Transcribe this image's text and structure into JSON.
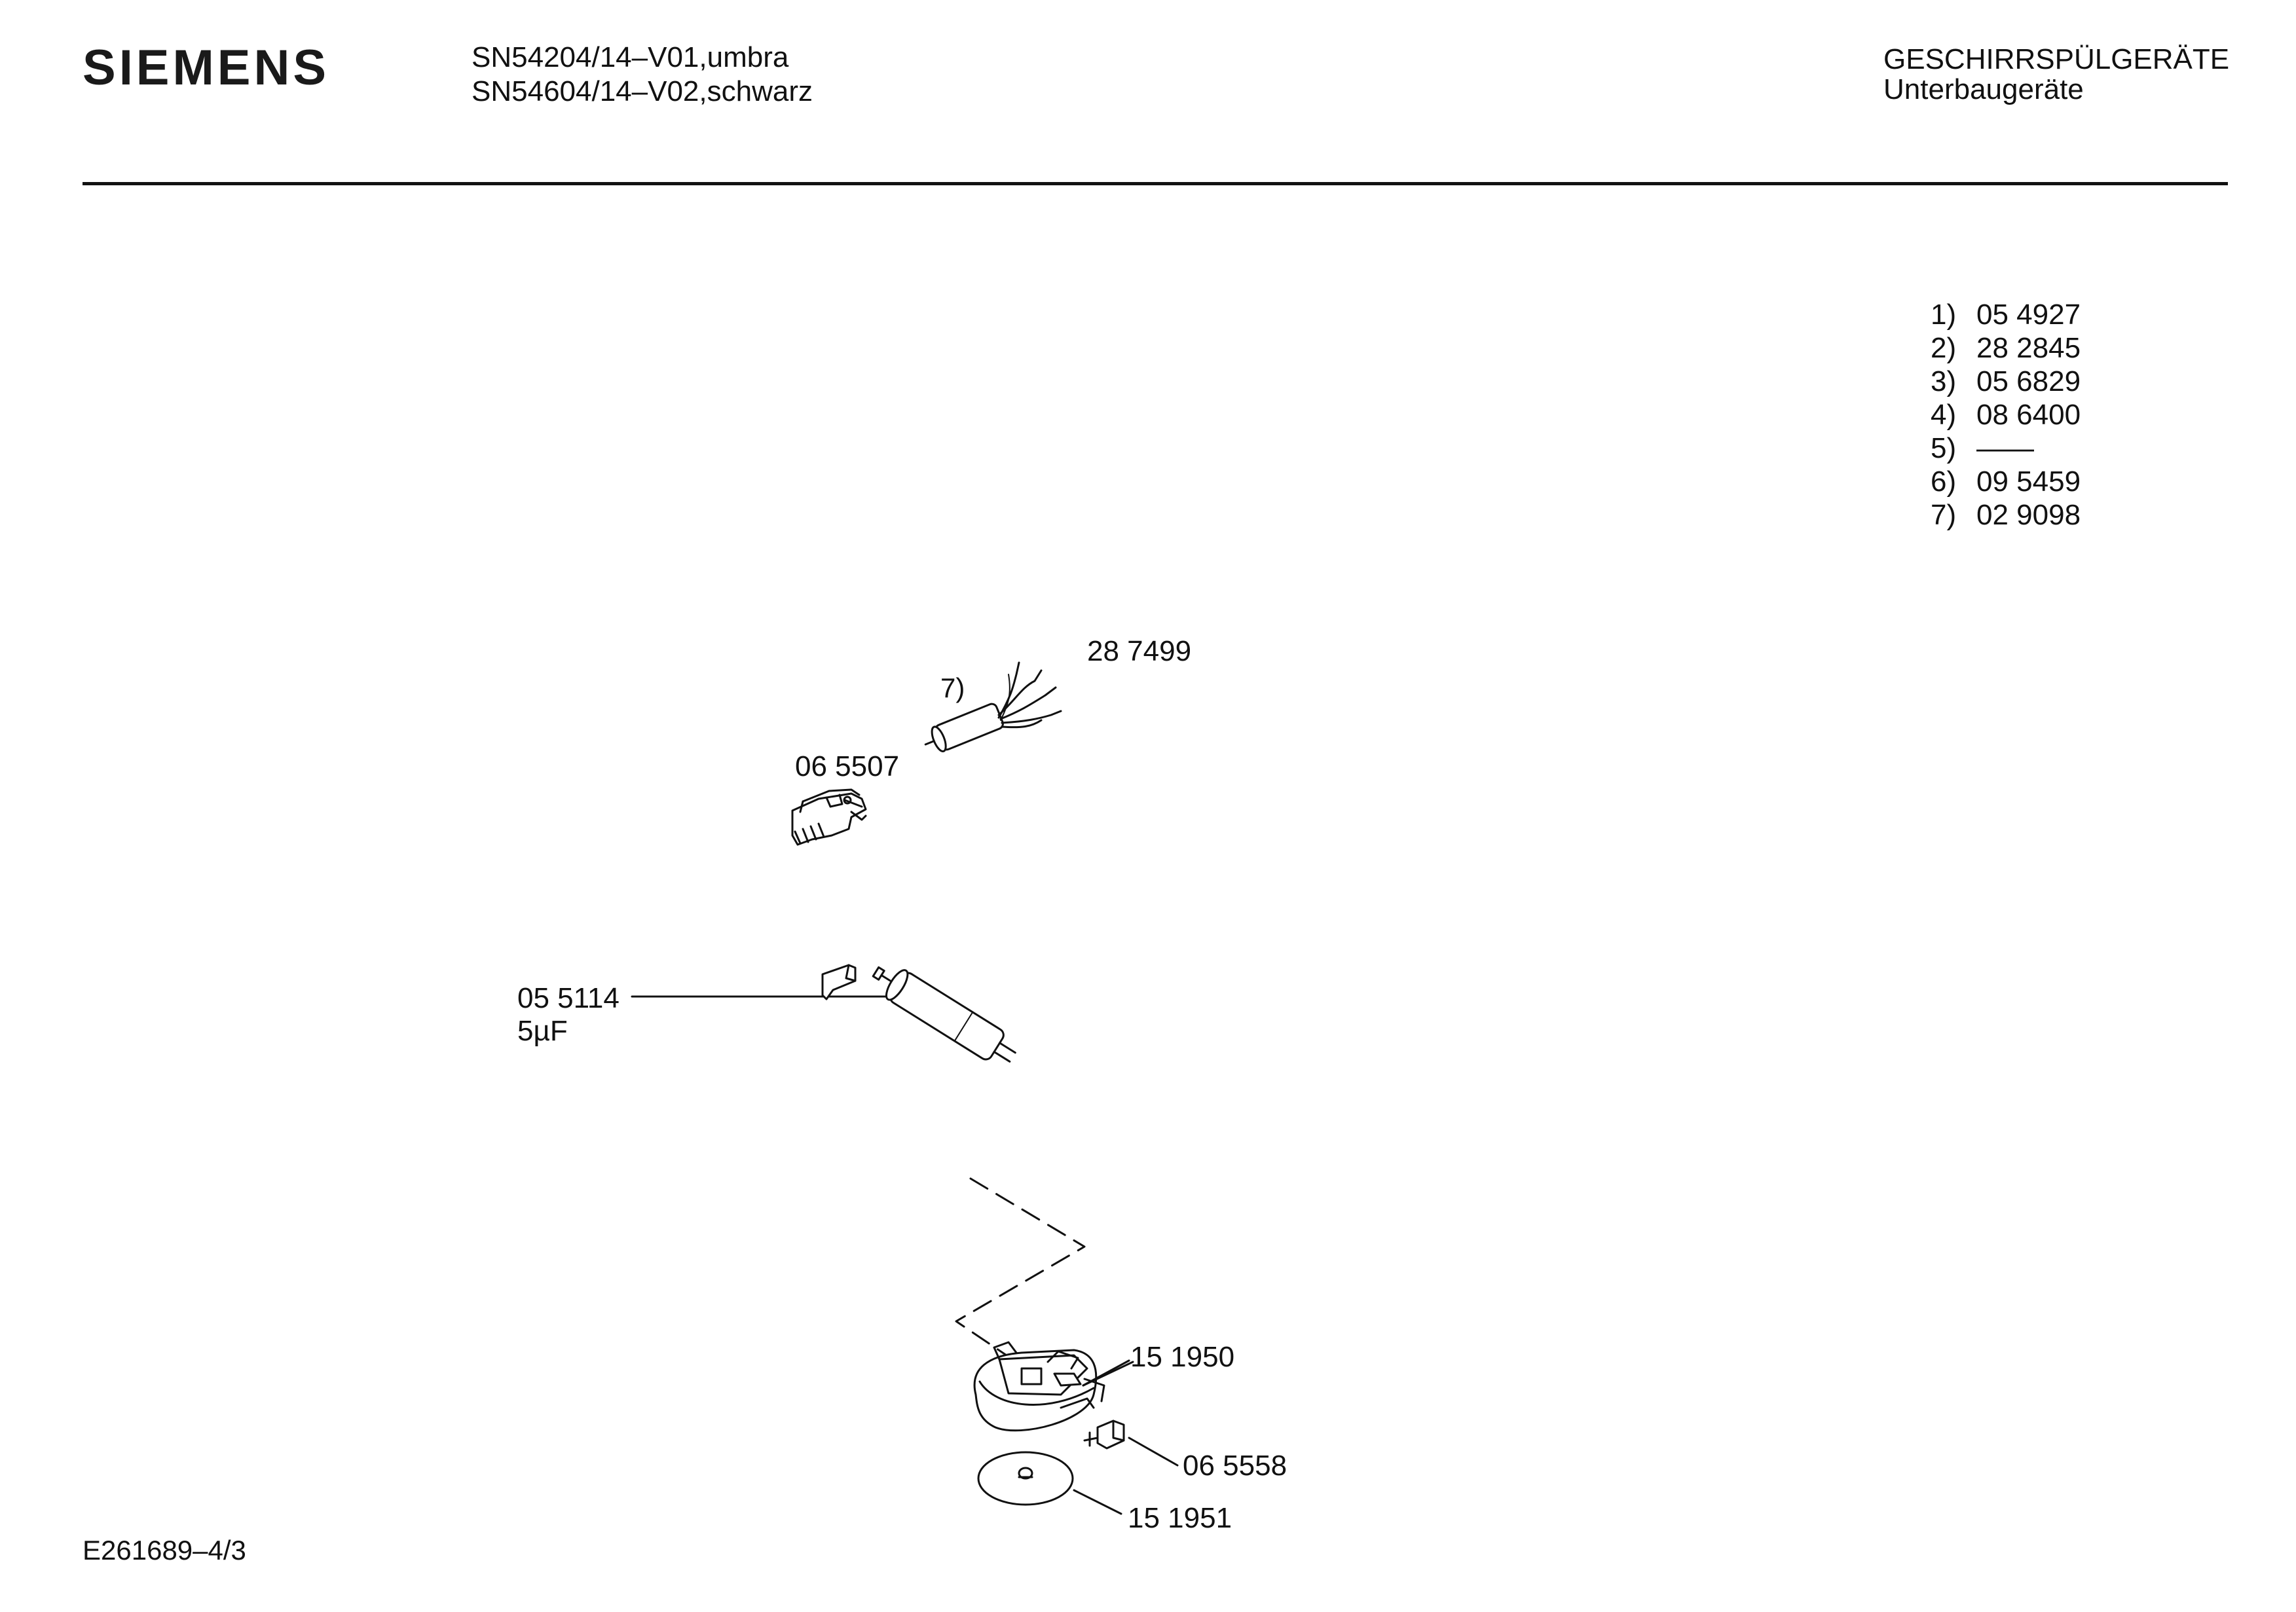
{
  "header": {
    "brand": "SIEMENS",
    "models": [
      "SN54204/14–V01,umbra",
      "SN54604/14–V02,schwarz"
    ],
    "category": [
      "GESCHIRRSPÜLGERÄTE",
      "Unterbaugeräte"
    ]
  },
  "legend": [
    {
      "idx": "1)",
      "value": "05 4927"
    },
    {
      "idx": "2)",
      "value": "28 2845"
    },
    {
      "idx": "3)",
      "value": "05 6829"
    },
    {
      "idx": "4)",
      "value": "08 6400"
    },
    {
      "idx": "5)",
      "value": "——"
    },
    {
      "idx": "6)",
      "value": "09 5459"
    },
    {
      "idx": "7)",
      "value": "02 9098"
    }
  ],
  "parts": {
    "p287499": "28 7499",
    "note7": "7)",
    "p065507": "06 5507",
    "p055114": "05 5114",
    "p055114_spec": "5µF",
    "p151950": "15 1950",
    "p065558": "06 5558",
    "p151951": "15 1951"
  },
  "footer": {
    "code": "E261689–4/3"
  }
}
